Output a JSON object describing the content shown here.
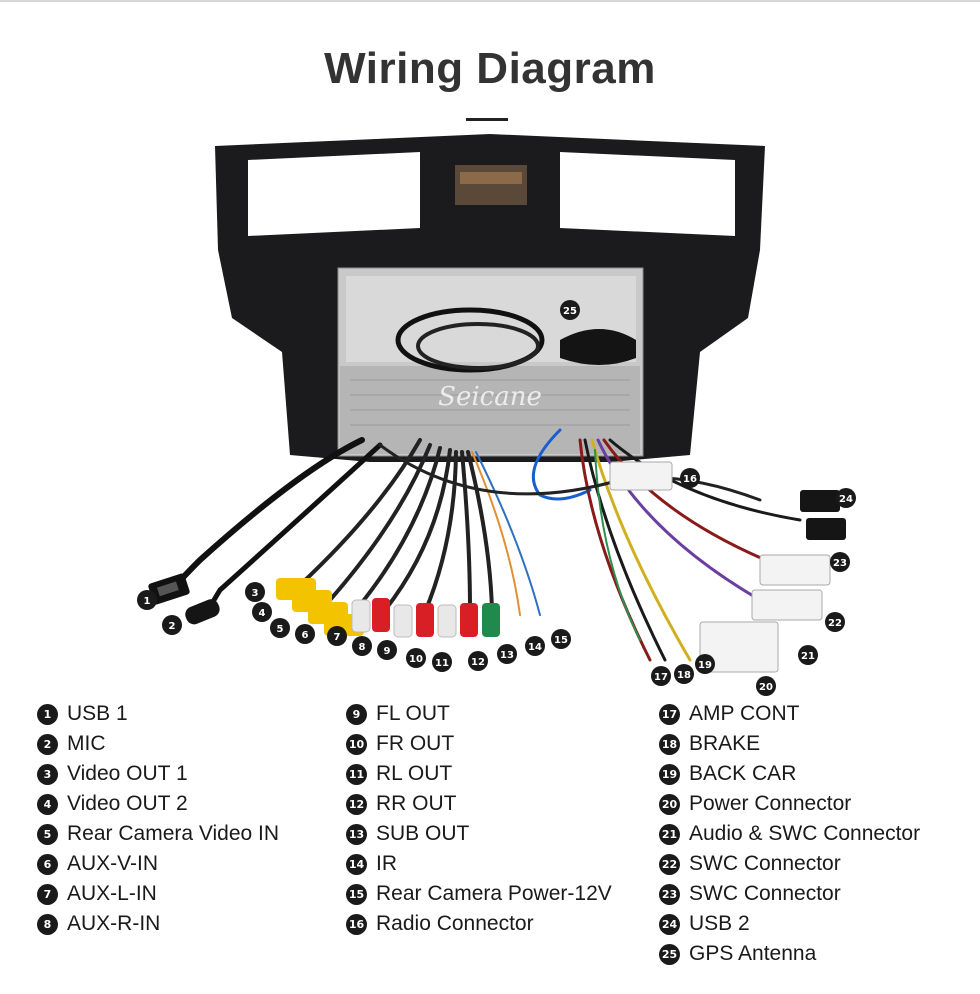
{
  "title": "Wiring Diagram",
  "watermark": "Seicane",
  "legend": [
    {
      "num": "1",
      "label": "USB 1"
    },
    {
      "num": "2",
      "label": "MIC"
    },
    {
      "num": "3",
      "label": "Video OUT 1"
    },
    {
      "num": "4",
      "label": "Video OUT 2"
    },
    {
      "num": "5",
      "label": "Rear Camera Video IN"
    },
    {
      "num": "6",
      "label": "AUX-V-IN"
    },
    {
      "num": "7",
      "label": "AUX-L-IN"
    },
    {
      "num": "8",
      "label": "AUX-R-IN"
    },
    {
      "num": "9",
      "label": "FL OUT"
    },
    {
      "num": "10",
      "label": "FR OUT"
    },
    {
      "num": "11",
      "label": "RL OUT"
    },
    {
      "num": "12",
      "label": "RR OUT"
    },
    {
      "num": "13",
      "label": "SUB OUT"
    },
    {
      "num": "14",
      "label": "IR"
    },
    {
      "num": "15",
      "label": "Rear Camera Power-12V"
    },
    {
      "num": "16",
      "label": "Radio Connector"
    },
    {
      "num": "17",
      "label": "AMP CONT"
    },
    {
      "num": "18",
      "label": "BRAKE"
    },
    {
      "num": "19",
      "label": "BACK CAR"
    },
    {
      "num": "20",
      "label": "Power Connector"
    },
    {
      "num": "21",
      "label": "Audio & SWC Connector"
    },
    {
      "num": "22",
      "label": "SWC Connector"
    },
    {
      "num": "23",
      "label": "SWC Connector"
    },
    {
      "num": "24",
      "label": "USB 2"
    },
    {
      "num": "25",
      "label": "GPS Antenna"
    }
  ]
}
